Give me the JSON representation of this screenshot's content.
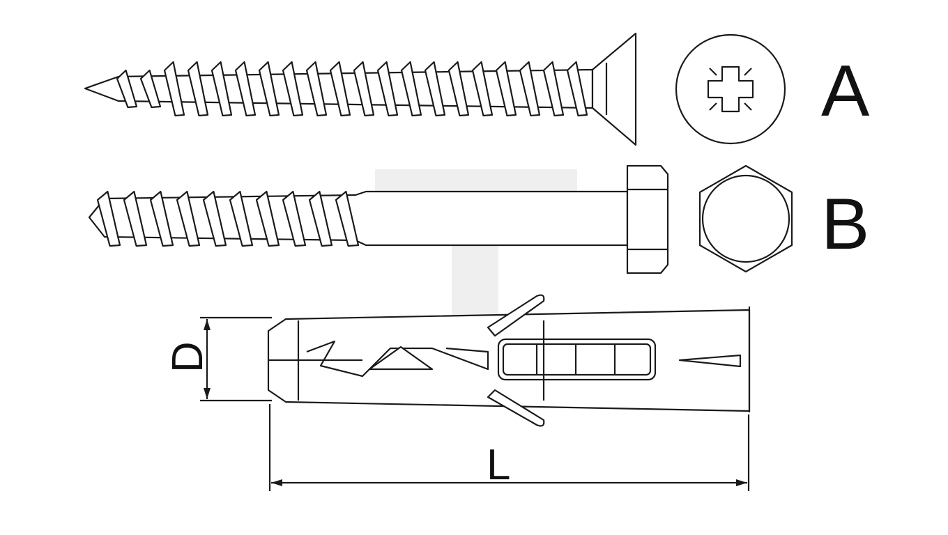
{
  "labels": {
    "screw_a": "A",
    "screw_b": "B",
    "diameter": "D",
    "length": "L"
  },
  "colors": {
    "line": "#1a1a1a",
    "watermark": "#efefef",
    "background": "#ffffff"
  },
  "icons": {
    "a_head": "pozidriv-drive-icon",
    "b_head": "hex-head-icon"
  }
}
